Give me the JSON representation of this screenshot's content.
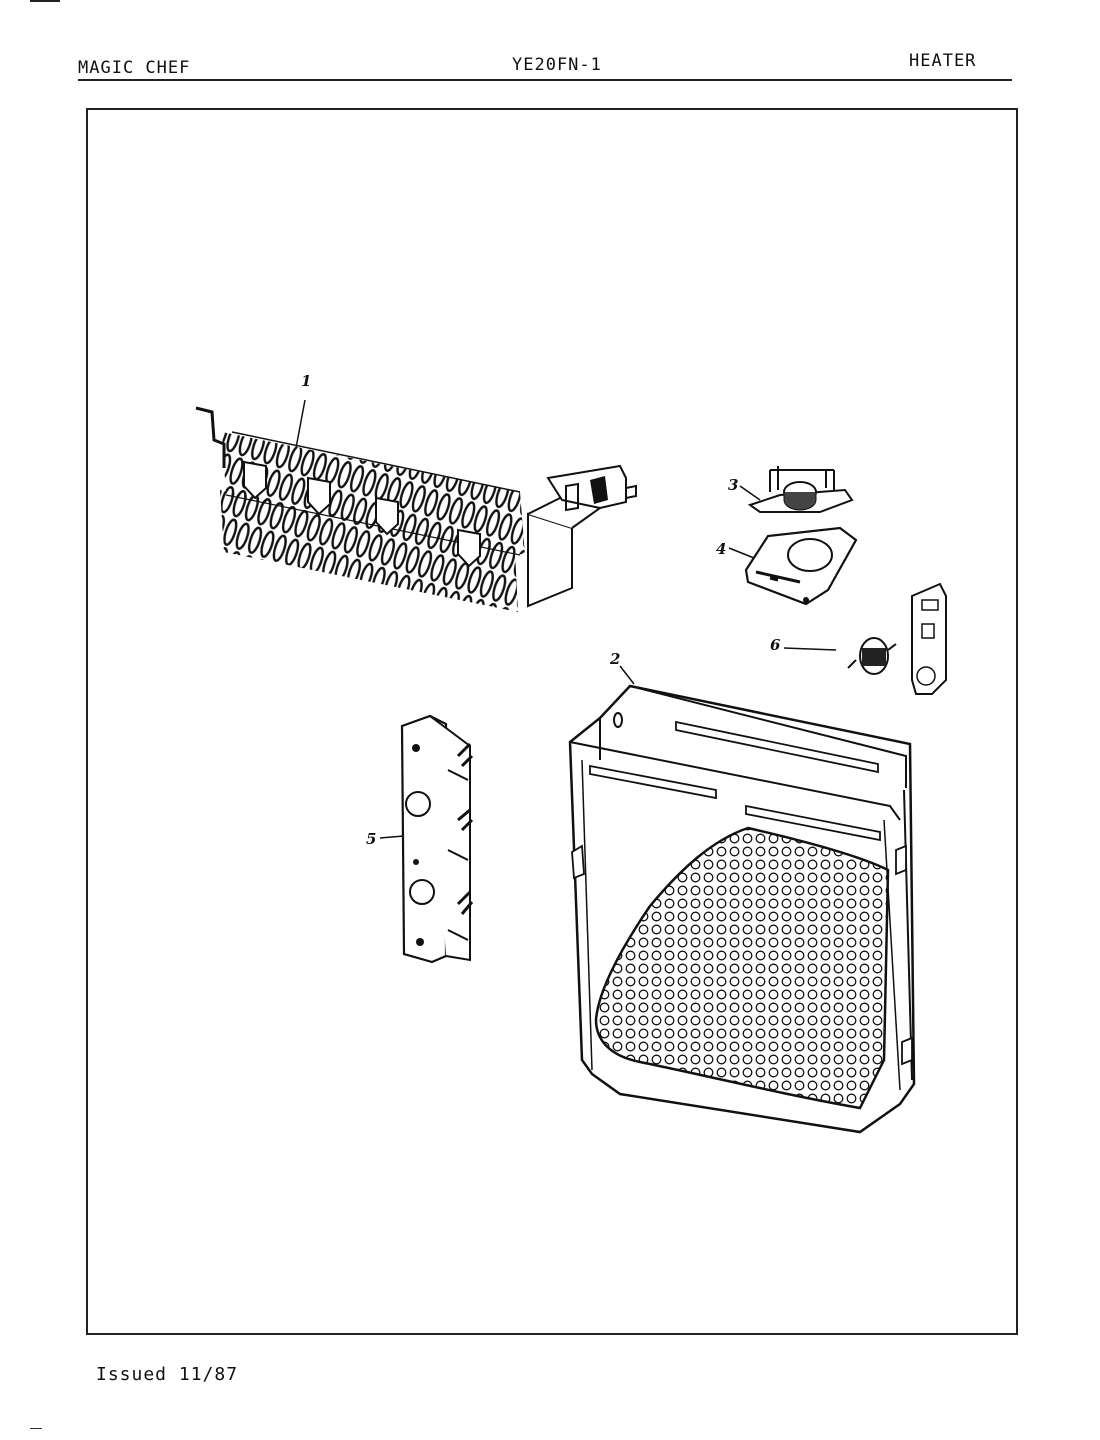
{
  "header": {
    "brand": "MAGIC CHEF",
    "model": "YE20FN-1",
    "section": "HEATER"
  },
  "footer": {
    "issued": "Issued 11/87"
  },
  "parts": [
    {
      "callout": "1",
      "part": "heater-element"
    },
    {
      "callout": "2",
      "part": "heater-housing"
    },
    {
      "callout": "3",
      "part": "thermostat"
    },
    {
      "callout": "4",
      "part": "thermostat-bracket"
    },
    {
      "callout": "5",
      "part": "terminal-block"
    },
    {
      "callout": "6",
      "part": "thermal-fuse"
    }
  ]
}
